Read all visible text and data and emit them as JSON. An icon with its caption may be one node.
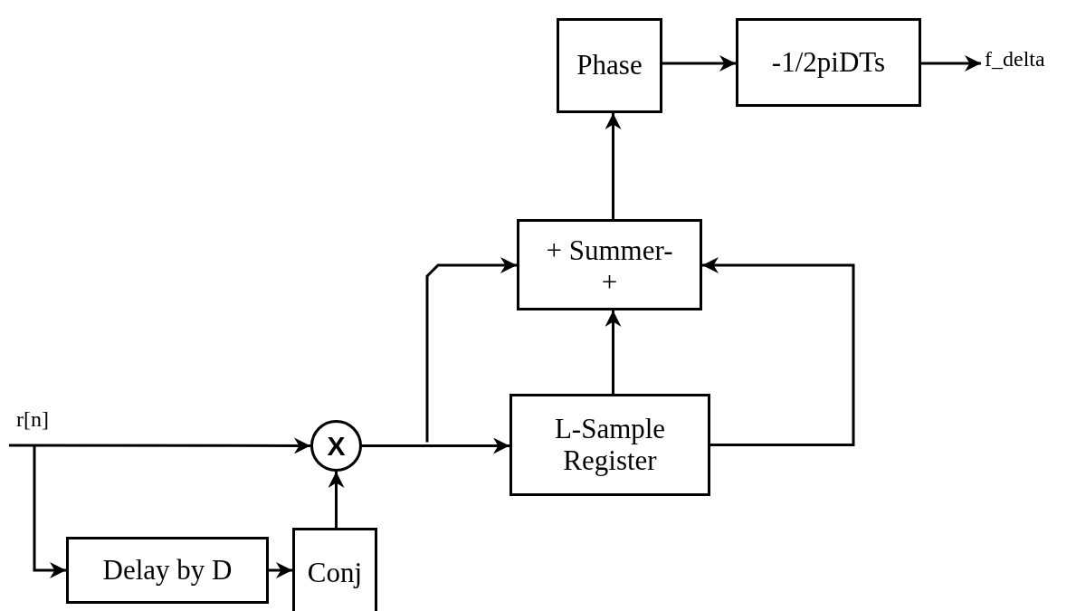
{
  "diagram": {
    "nodes": [
      {
        "text": [
          "Phase"
        ]
      },
      {
        "text": [
          "-1/2piDTs"
        ]
      },
      {
        "text": [
          "f_delta"
        ]
      },
      {
        "text": [
          "+ Summer-",
          "+"
        ]
      },
      {
        "text": [
          "X"
        ]
      },
      {
        "text": [
          "L-Sample Register"
        ]
      },
      {
        "text": [
          "Delay by D"
        ]
      },
      {
        "text": [
          "Conj"
        ]
      }
    ],
    "edges": [
      {
        "from": null,
        "to": 4,
        "arrow": "to"
      },
      {
        "from": null,
        "to": 6,
        "arrow": "to"
      },
      {
        "from": 6,
        "to": 7,
        "arrow": "to"
      },
      {
        "from": 7,
        "to": 4,
        "arrow": "to"
      },
      {
        "from": 4,
        "to": 5,
        "arrow": "to"
      },
      {
        "from": 4,
        "to": 3,
        "arrow": "to"
      },
      {
        "from": 5,
        "to": 3,
        "arrow": "to"
      },
      {
        "from": 5,
        "to": 3,
        "arrow": "to"
      },
      {
        "from": 3,
        "to": 0,
        "arrow": "to"
      },
      {
        "from": 0,
        "to": 1,
        "arrow": "to"
      },
      {
        "from": 1,
        "to": 2,
        "arrow": "to"
      }
    ],
    "labels": [
      "r[n]"
    ]
  }
}
